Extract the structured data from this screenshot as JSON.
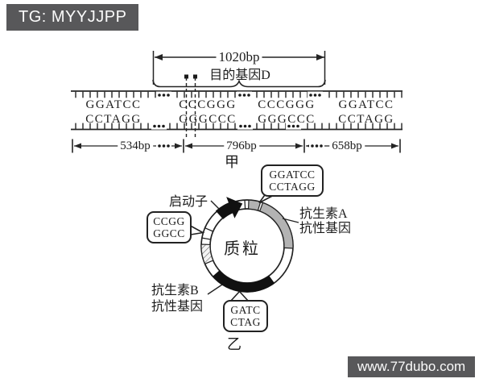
{
  "watermarks": {
    "top_left": "TG: MYYJJPP",
    "bottom_right": "www.77dubo.com"
  },
  "figure_a": {
    "name": "甲",
    "gene_length_label": "1020bp",
    "gene_label": "目的基因D",
    "top_sequences": [
      "GGATCC",
      "CCCGGG",
      "CCCGGG",
      "GGATCC"
    ],
    "bottom_sequences": [
      "CCTAGG",
      "GGGCCC",
      "GGGCCC",
      "CCTAGG"
    ],
    "segment_lengths": [
      "534bp",
      "796bp",
      "658bp"
    ]
  },
  "figure_b": {
    "name": "乙",
    "plasmid_label": "质粒",
    "promoter_label": "启动子",
    "site_top": {
      "line1": "GGATCC",
      "line2": "CCTAGG"
    },
    "site_left": {
      "line1": "CCGG",
      "line2": "GGCC"
    },
    "site_bottom": {
      "line1": "GATC",
      "line2": "CTAG"
    },
    "gene_a": {
      "line1": "抗生素A",
      "line2": "抗性基因"
    },
    "gene_b": {
      "line1": "抗生素B",
      "line2": "抗性基因"
    }
  },
  "colors": {
    "badge_bg": "#58585a",
    "ink": "#1f1f1f",
    "gene_a_fill": "#b3b3b3",
    "gene_b_fill": "#111111",
    "background": "#ffffff"
  }
}
